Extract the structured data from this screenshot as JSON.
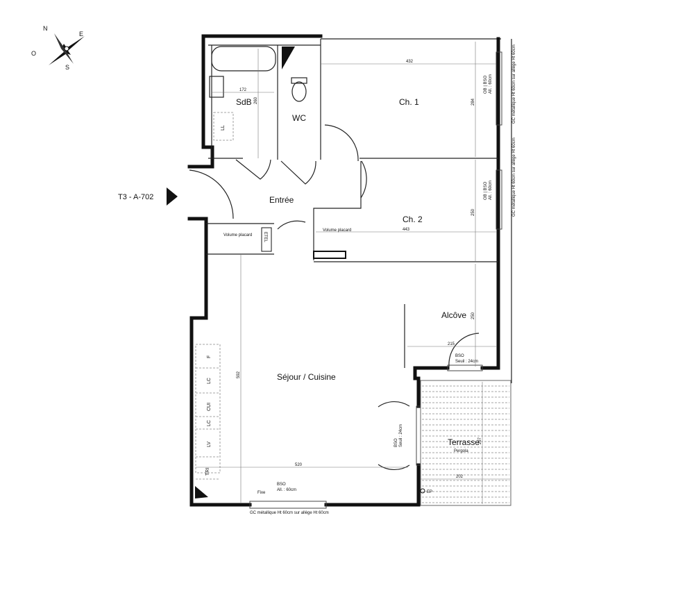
{
  "unit_label": "T3 - A-702",
  "compass": {
    "n": "N",
    "e": "E",
    "s": "S",
    "o": "O"
  },
  "rooms": {
    "sdb": "SdB",
    "wc": "WC",
    "ch1": "Ch. 1",
    "ch2": "Ch. 2",
    "entree": "Entrée",
    "alcove": "Alcôve",
    "sejour": "Séjour / Cuisine",
    "terrasse": "Terrasse",
    "pergola": "Pergola"
  },
  "dimensions": {
    "ch1_width": "432",
    "sdb_width": "172",
    "sdb_depth": "260",
    "ch1_depth": "284",
    "ch2_width": "443",
    "ch2_depth": "250",
    "alcove_depth": "250",
    "alcove_width": "215",
    "sejour_depth": "592",
    "sejour_width": "520",
    "terrasse_width": "202",
    "terrasse_depth": "297"
  },
  "fixtures": {
    "ll": "LL",
    "volume_placard_1": "Volume placard",
    "volume_placard_2": "Volume placard",
    "etel": "ETEL",
    "f": "F",
    "lc1": "LC",
    "cui": "CUI",
    "lc2": "LC",
    "lv": "LV",
    "tri": "TRI",
    "ep": "EP",
    "fixe": "Fixe"
  },
  "annotations": {
    "ch1_window": "OB | BSO",
    "ch1_window_all": "All. : 60cm",
    "ch2_window": "OB | BSO",
    "ch2_window_all": "All. : 60cm",
    "gc_ch1": "GC métallique Ht 60cm sur allège Ht 60cm",
    "gc_ch2": "GC métallique Ht 60cm sur allège Ht 60cm",
    "gc_sejour": "GC métallique Ht 60cm sur allège Ht 60cm",
    "alcove_door": "BSO",
    "alcove_seuil": "Seuil : 24cm",
    "sejour_door": "BSO",
    "sejour_seuil": "Seuil : 24cm",
    "sejour_window": "BSO",
    "sejour_window_all": "All. : 60cm"
  }
}
